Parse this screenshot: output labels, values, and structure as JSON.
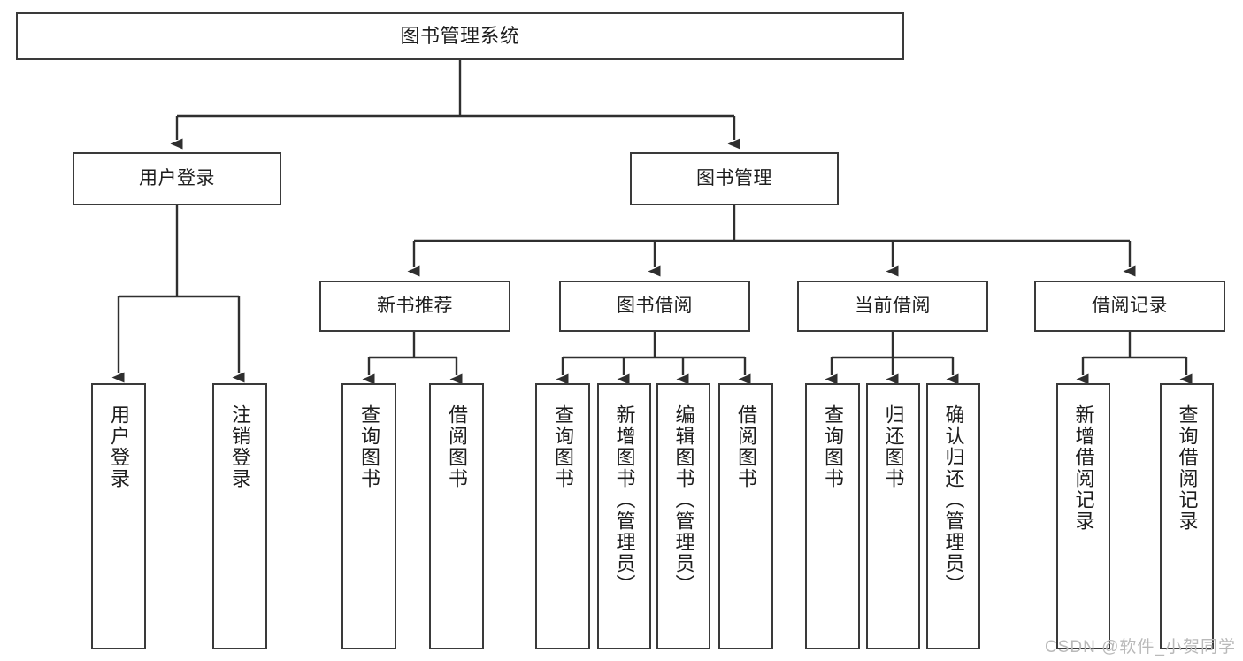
{
  "diagram": {
    "type": "tree-hierarchy",
    "title": "图书管理系统",
    "root": {
      "id": "root",
      "label": "图书管理系统"
    },
    "level2": [
      {
        "id": "user-login",
        "label": "用户登录"
      },
      {
        "id": "book-management",
        "label": "图书管理"
      }
    ],
    "level3": [
      {
        "id": "new-book-recommend",
        "label": "新书推荐",
        "parent": "book-management"
      },
      {
        "id": "book-borrow",
        "label": "图书借阅",
        "parent": "book-management"
      },
      {
        "id": "current-borrow",
        "label": "当前借阅",
        "parent": "book-management"
      },
      {
        "id": "borrow-record",
        "label": "借阅记录",
        "parent": "book-management"
      }
    ],
    "leaves": [
      {
        "id": "leaf-user-login",
        "label": "用户登录",
        "parent": "user-login"
      },
      {
        "id": "leaf-user-logout",
        "label": "注销登录",
        "parent": "user-login"
      },
      {
        "id": "leaf-query-book-1",
        "label": "查询图书",
        "parent": "new-book-recommend"
      },
      {
        "id": "leaf-borrow-book-1",
        "label": "借阅图书",
        "parent": "new-book-recommend"
      },
      {
        "id": "leaf-query-book-2",
        "label": "查询图书",
        "parent": "book-borrow"
      },
      {
        "id": "leaf-add-book",
        "label": "新增图书（管理员）",
        "parent": "book-borrow"
      },
      {
        "id": "leaf-edit-book",
        "label": "编辑图书（管理员）",
        "parent": "book-borrow"
      },
      {
        "id": "leaf-borrow-book-2",
        "label": "借阅图书",
        "parent": "book-borrow"
      },
      {
        "id": "leaf-query-book-3",
        "label": "查询图书",
        "parent": "current-borrow"
      },
      {
        "id": "leaf-return-book",
        "label": "归还图书",
        "parent": "current-borrow"
      },
      {
        "id": "leaf-confirm-return",
        "label": "确认归还（管理员）",
        "parent": "current-borrow"
      },
      {
        "id": "leaf-add-record",
        "label": "新增借阅记录",
        "parent": "borrow-record"
      },
      {
        "id": "leaf-query-record",
        "label": "查询借阅记录",
        "parent": "borrow-record"
      }
    ]
  },
  "watermark": {
    "text": "CSDN @软件_小贺同学"
  },
  "colors": {
    "background": "#ffffff",
    "box_border": "#3a3a3a",
    "connector": "#2f2f2f",
    "text": "#1d1d1d",
    "watermark": "#b9b9b9"
  }
}
